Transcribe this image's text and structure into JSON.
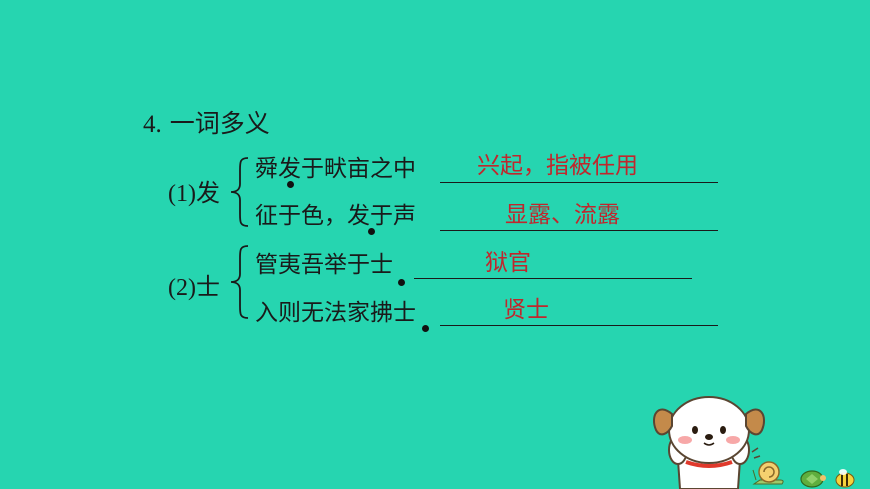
{
  "heading": {
    "number": "4.",
    "title": "一词多义"
  },
  "groups": [
    {
      "label_num": "(1)",
      "label_char": "发",
      "items": [
        {
          "sentence": "舜发于畎亩之中",
          "answer": "兴起，指被任用"
        },
        {
          "sentence": "征于色，发于声",
          "answer": "显露、流露"
        }
      ]
    },
    {
      "label_num": "(2)",
      "label_char": "士",
      "items": [
        {
          "sentence": "管夷吾举于士",
          "answer": "狱官"
        },
        {
          "sentence": "入则无法家拂士",
          "answer": "贤士"
        }
      ]
    }
  ],
  "colors": {
    "background": "#26d5b0",
    "answer": "#c0272d",
    "text": "#1a1a1a"
  },
  "decorations": [
    "dog-mascot",
    "snail-icon",
    "turtle-icon",
    "bee-icon"
  ]
}
